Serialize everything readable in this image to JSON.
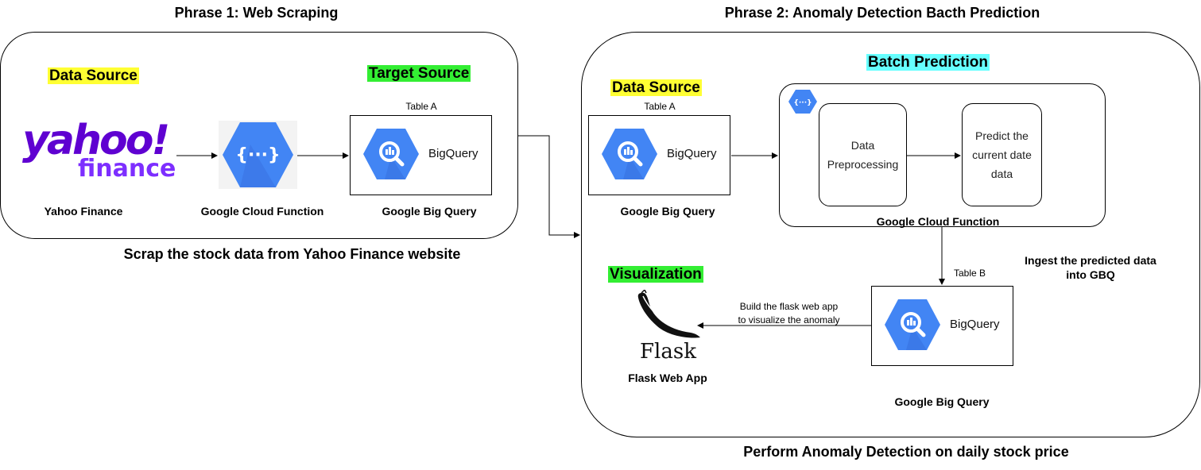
{
  "phase1": {
    "title": "Phrase 1: Web Scraping",
    "caption": "Scrap the stock data from Yahoo Finance website",
    "data_source_label": "Data Source",
    "target_source_label": "Target Source",
    "table_label": "Table A",
    "nodes": {
      "yahoo_logo_text": "yahoo!",
      "yahoo_logo_sub": "finance",
      "yahoo_label": "Yahoo Finance",
      "cloud_function_label": "Google Cloud Function",
      "bigquery_box_text": "BigQuery",
      "bigquery_label": "Google Big Query"
    }
  },
  "phase2": {
    "title": "Phrase 2: Anomaly Detection Bacth Prediction",
    "caption": "Perform Anomaly Detection on daily stock price",
    "data_source_label": "Data Source",
    "table_a_label": "Table A",
    "bigquery_a_text": "BigQuery",
    "bigquery_a_label": "Google Big Query",
    "batch_prediction_label": "Batch Prediction",
    "preprocessing_text": "Data\nPreprocessing",
    "predict_text": "Predict the\ncurrent date\ndata",
    "cloud_function_label": "Google Cloud Function",
    "ingest_text": "Ingest the predicted data\ninto GBQ",
    "table_b_label": "Table B",
    "bigquery_b_text": "BigQuery",
    "bigquery_b_label": "Google Big Query",
    "visualization_label": "Visualization",
    "flask_logo_text": "Flask",
    "flask_label": "Flask Web App",
    "flask_arrow_text_1": "Build the flask web app",
    "flask_arrow_text_2": "to visualize the anomaly"
  },
  "colors": {
    "google_blue": "#4285f4",
    "google_blue_dark": "#3367d6",
    "yahoo_purple": "#5f01d1",
    "highlight_yellow": "#ffff33",
    "highlight_green": "#33ee33",
    "highlight_cyan": "#66ffff"
  },
  "icons": [
    "cloud-function-icon",
    "bigquery-icon",
    "yahoo-finance-logo",
    "flask-logo"
  ]
}
